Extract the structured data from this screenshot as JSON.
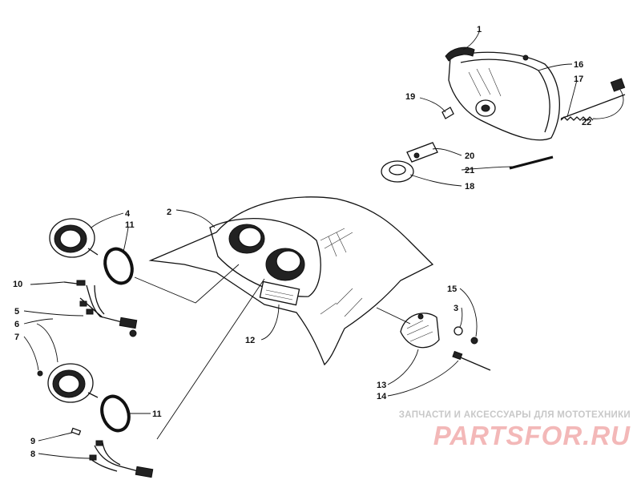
{
  "diagram": {
    "callouts": [
      "1",
      "16",
      "17",
      "19",
      "22",
      "20",
      "21",
      "18",
      "2",
      "4",
      "11",
      "10",
      "5",
      "6",
      "7",
      "12",
      "15",
      "3",
      "13",
      "14",
      "11",
      "9",
      "8"
    ]
  },
  "watermark": {
    "tagline": "ЗАПЧАСТИ И АКСЕССУАРЫ ДЛЯ МОТОТЕХНИКИ",
    "logo": "PARTSFOR.RU"
  }
}
